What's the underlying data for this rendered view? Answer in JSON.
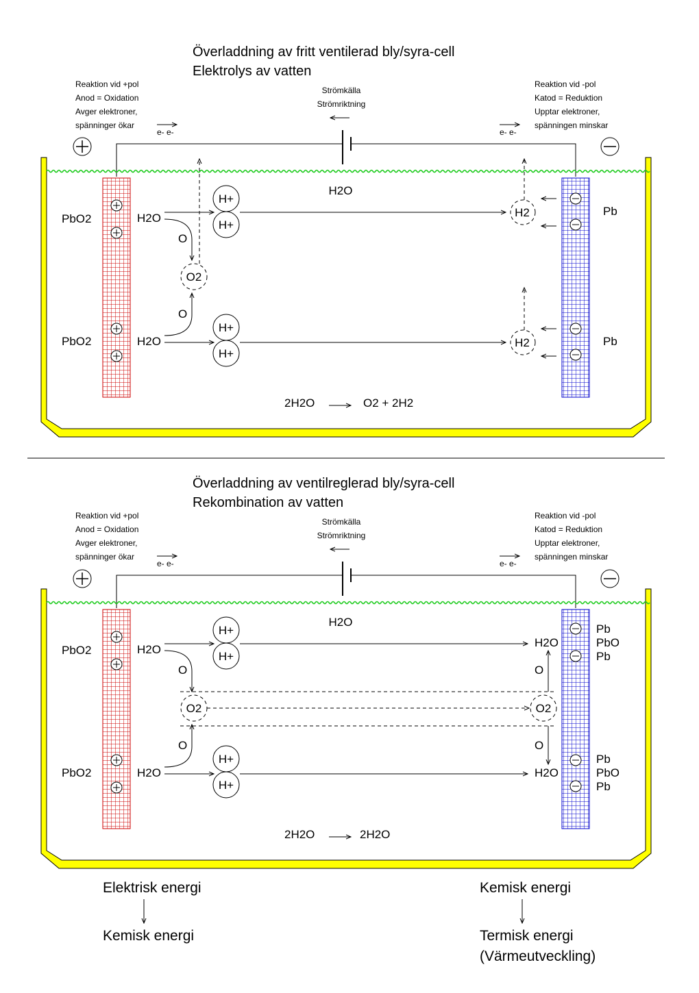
{
  "colors": {
    "anode_grid": "#cc0000",
    "cathode_grid": "#0000cc",
    "tank_fill": "#ffff00",
    "electrolyte_surface": "#22cc22"
  },
  "panels": [
    {
      "title_line1": "Överladdning av fritt ventilerad bly/syra-cell",
      "title_line2": "Elektrolys av vatten",
      "left_info": [
        "Reaktion vid +pol",
        "Anod = Oxidation",
        "Avger elektroner,",
        "spänninger ökar"
      ],
      "right_info": [
        "Reaktion vid -pol",
        "Katod = Reduktion",
        "Upptar elektroner,",
        "spänningen minskar"
      ],
      "source_label1": "Strömkälla",
      "source_label2": "Strömriktning",
      "electrons_left": "e-  e-",
      "electrons_right": "e-  e-",
      "water_label": "H2O",
      "anode_labels": [
        "PbO2",
        "PbO2"
      ],
      "cathode_labels": [
        "Pb",
        "Pb"
      ],
      "h2o_left": [
        "H2O",
        "H2O"
      ],
      "o_labels": [
        "O",
        "O"
      ],
      "o2_label": "O2",
      "h_plus": [
        "H+",
        "H+",
        "H+",
        "H+"
      ],
      "h2_labels": [
        "H2",
        "H2"
      ],
      "equation_left": "2H2O",
      "equation_right": "O2 + 2H2"
    },
    {
      "title_line1": "Överladdning av ventilreglerad bly/syra-cell",
      "title_line2": "Rekombination av vatten",
      "left_info": [
        "Reaktion vid +pol",
        "Anod = Oxidation",
        "Avger elektroner,",
        "spänninger ökar"
      ],
      "right_info": [
        "Reaktion vid -pol",
        "Katod = Reduktion",
        "Upptar elektroner,",
        "spänningen minskar"
      ],
      "source_label1": "Strömkälla",
      "source_label2": "Strömriktning",
      "electrons_left": "e-  e-",
      "electrons_right": "e-  e-",
      "water_label": "H2O",
      "anode_labels": [
        "PbO2",
        "PbO2"
      ],
      "cathode_stack_top": [
        "Pb",
        "PbO",
        "Pb"
      ],
      "cathode_stack_bottom": [
        "Pb",
        "PbO",
        "Pb"
      ],
      "h2o_left": [
        "H2O",
        "H2O"
      ],
      "h2o_right": [
        "H2O",
        "H2O"
      ],
      "o_labels_left": [
        "O",
        "O"
      ],
      "o_labels_right": [
        "O",
        "O"
      ],
      "o2_labels": [
        "O2",
        "O2"
      ],
      "h_plus": [
        "H+",
        "H+",
        "H+",
        "H+"
      ],
      "equation_left": "2H2O",
      "equation_right": "2H2O"
    }
  ],
  "energy": {
    "left_top": "Elektrisk energi",
    "left_bottom": "Kemisk energi",
    "right_top": "Kemisk energi",
    "right_bottom1": "Termisk energi",
    "right_bottom2": "(Värmeutveckling)"
  }
}
